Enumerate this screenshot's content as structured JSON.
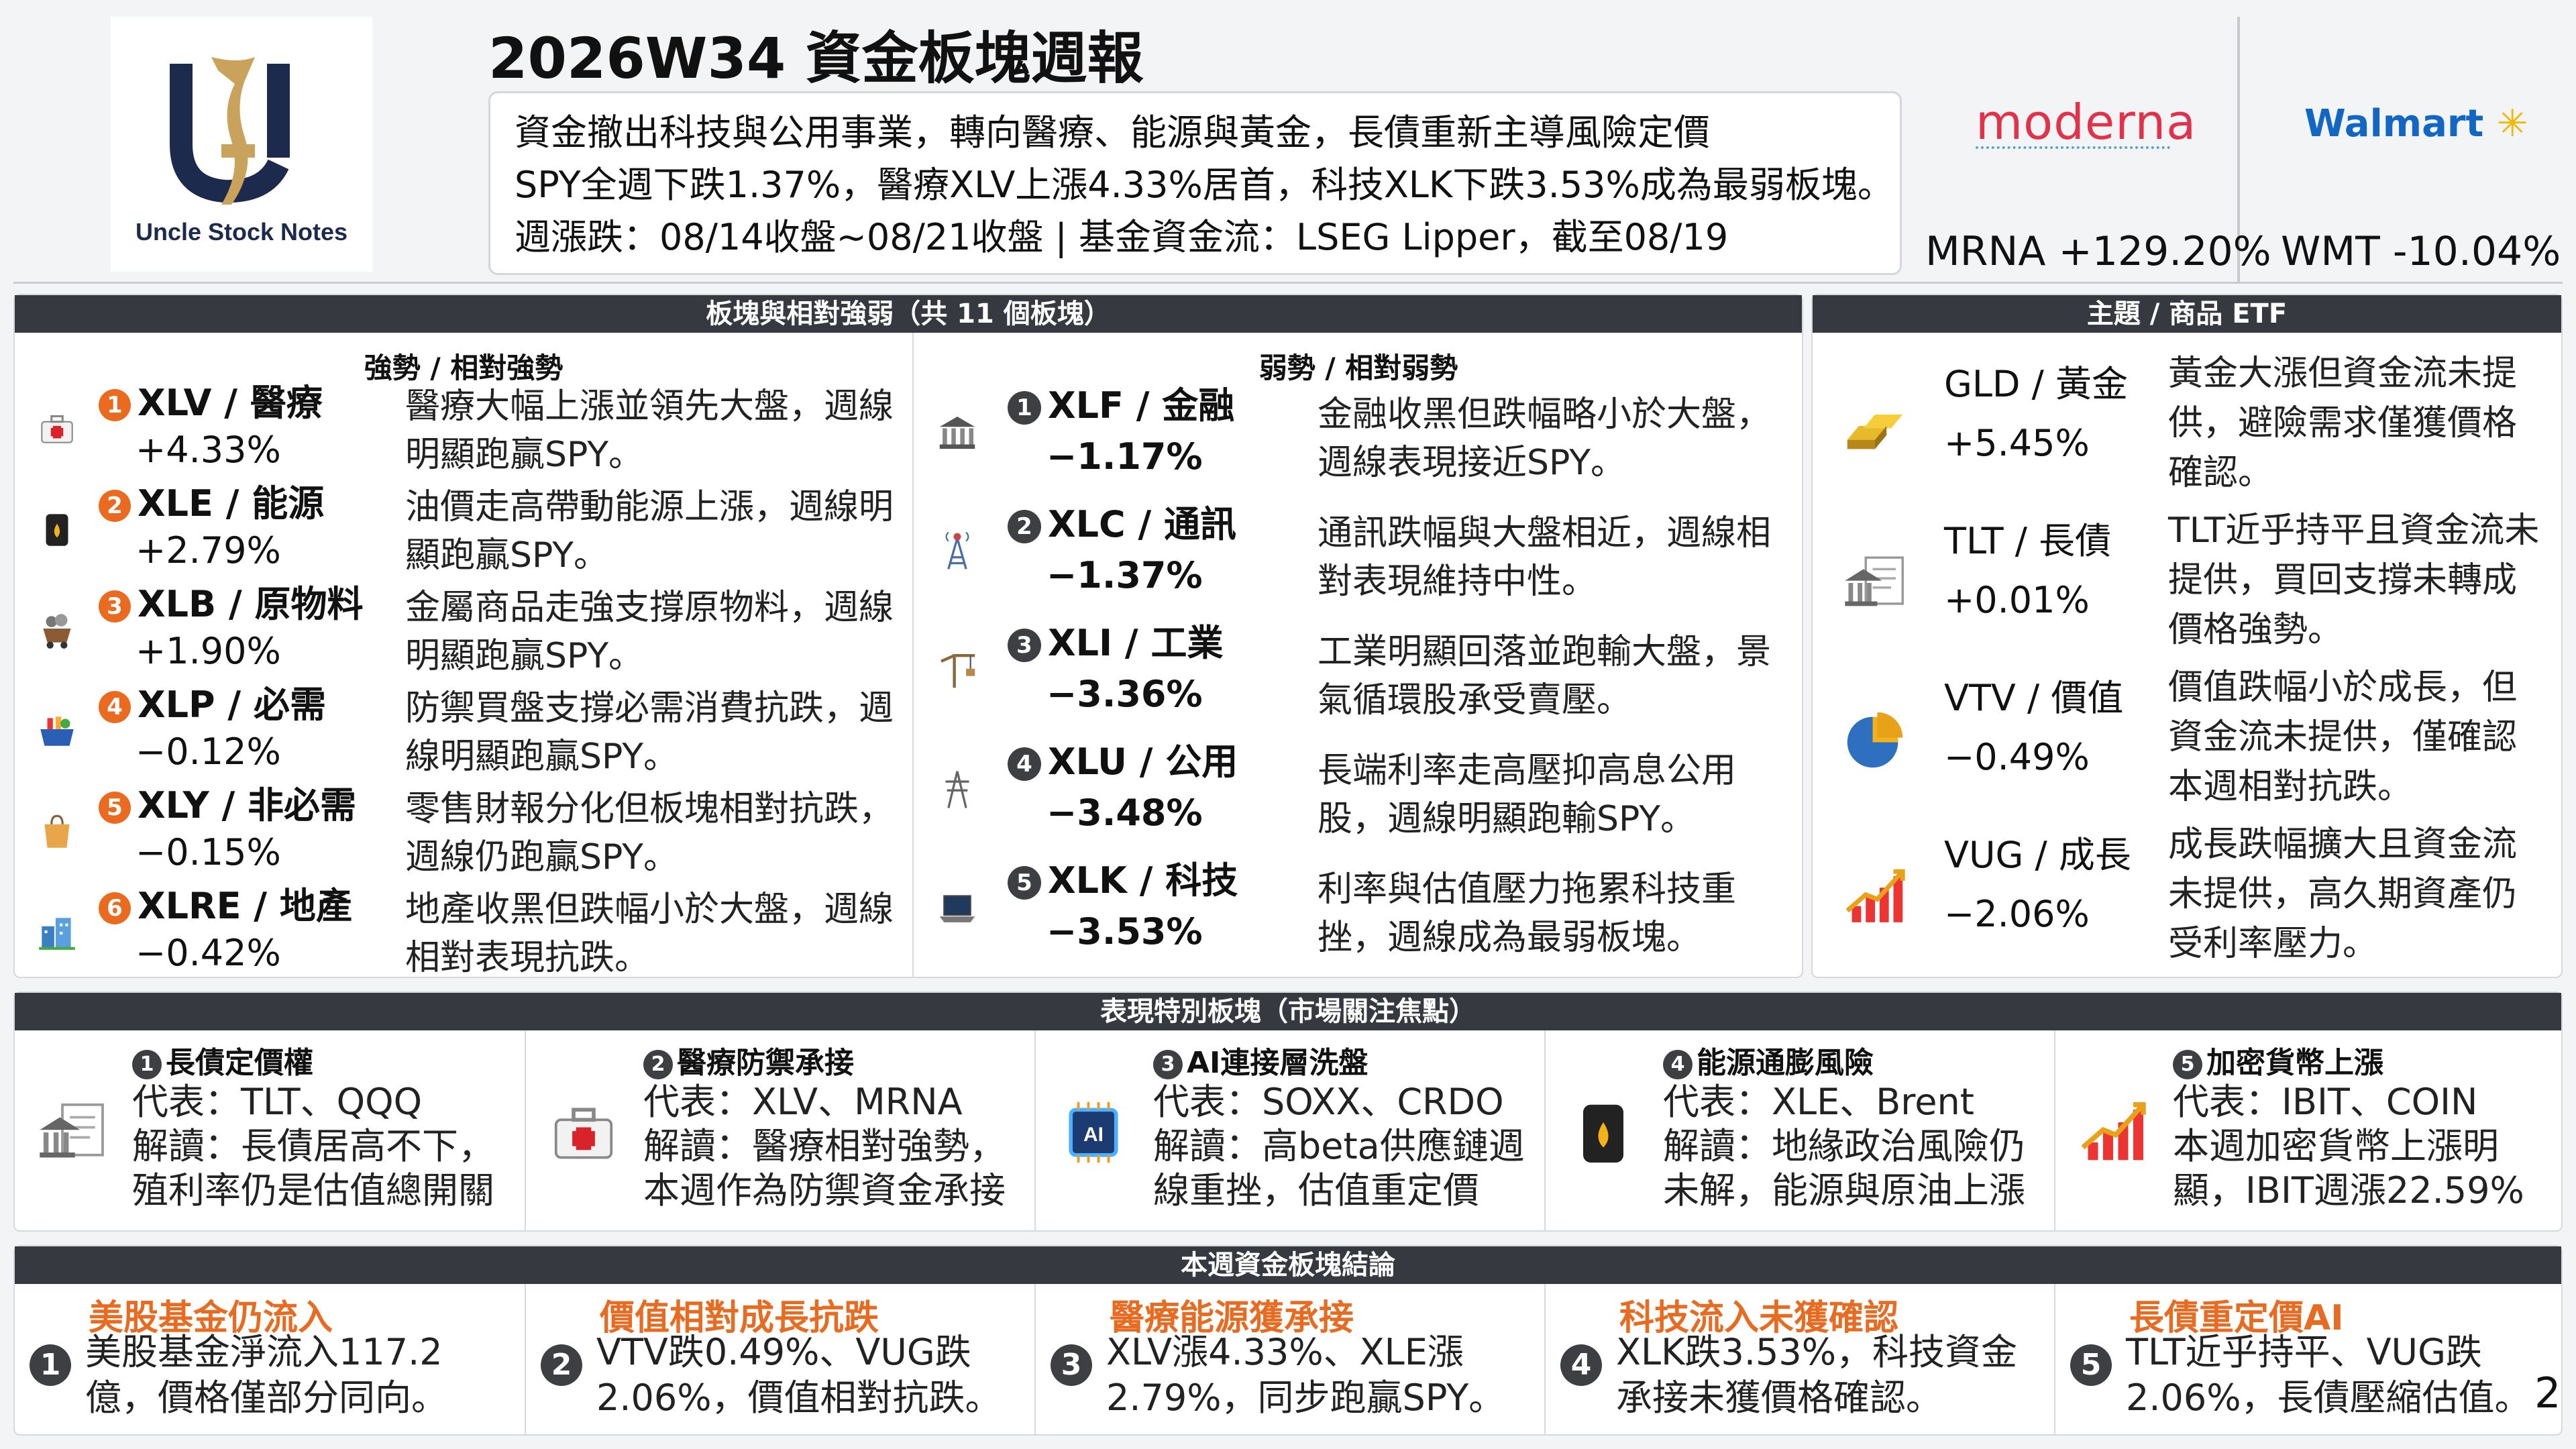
{
  "header": {
    "title": "2026W34 資金板塊週報",
    "brand_name": "Uncle Stock Notes",
    "summary_lines": [
      "資金撤出科技與公用事業，轉向醫療、能源與黃金，長債重新主導風險定價",
      "SPY全週下跌1.37%，醫療XLV上漲4.33%居首，科技XLK下跌3.53%成為最弱板塊。",
      "週漲跌：08/14收盤~08/21收盤 | 基金資金流：LSEG Lipper，截至08/19"
    ],
    "movers": [
      {
        "logo": "moderna",
        "label": "MRNA +129.20%"
      },
      {
        "logo": "Walmart",
        "label": "WMT -10.04%"
      }
    ]
  },
  "sectors": {
    "bar_title": "板塊與相對強弱（共 11 個板塊）",
    "strong_head": "強勢 / 相對強勢",
    "weak_head": "弱勢 / 相對弱勢",
    "strong": [
      {
        "n": "1",
        "ticker": "XLV / 醫療",
        "chg": "+4.33%",
        "desc": "醫療大幅上漲並領先大盤，週線明顯跑贏SPY。",
        "icon": "medical-kit-icon"
      },
      {
        "n": "2",
        "ticker": "XLE / 能源",
        "chg": "+2.79%",
        "desc": "油價走高帶動能源上漲，週線明顯跑贏SPY。",
        "icon": "oil-barrel-icon"
      },
      {
        "n": "3",
        "ticker": "XLB / 原物料",
        "chg": "+1.90%",
        "desc": "金屬商品走強支撐原物料，週線明顯跑贏SPY。",
        "icon": "mine-cart-icon"
      },
      {
        "n": "4",
        "ticker": "XLP / 必需",
        "chg": "−0.12%",
        "desc": "防禦買盤支撐必需消費抗跌，週線明顯跑贏SPY。",
        "icon": "shopping-basket-icon"
      },
      {
        "n": "5",
        "ticker": "XLY / 非必需",
        "chg": "−0.15%",
        "desc": "零售財報分化但板塊相對抗跌，週線仍跑贏SPY。",
        "icon": "shopping-bag-icon"
      },
      {
        "n": "6",
        "ticker": "XLRE / 地產",
        "chg": "−0.42%",
        "desc": "地產收黑但跌幅小於大盤，週線相對表現抗跌。",
        "icon": "buildings-icon"
      }
    ],
    "weak": [
      {
        "n": "1",
        "ticker": "XLF / 金融",
        "chg": "−1.17%",
        "desc": "金融收黑但跌幅略小於大盤，週線表現接近SPY。",
        "icon": "bank-icon"
      },
      {
        "n": "2",
        "ticker": "XLC / 通訊",
        "chg": "−1.37%",
        "desc": "通訊跌幅與大盤相近，週線相對表現維持中性。",
        "icon": "antenna-tower-icon"
      },
      {
        "n": "3",
        "ticker": "XLI / 工業",
        "chg": "−3.36%",
        "desc": "工業明顯回落並跑輸大盤，景氣循環股承受賣壓。",
        "icon": "crane-icon"
      },
      {
        "n": "4",
        "ticker": "XLU / 公用",
        "chg": "−3.48%",
        "desc": "長端利率走高壓抑高息公用股，週線明顯跑輸SPY。",
        "icon": "power-tower-icon"
      },
      {
        "n": "5",
        "ticker": "XLK / 科技",
        "chg": "−3.53%",
        "desc": "利率與估值壓力拖累科技重挫，週線成為最弱板塊。",
        "icon": "laptop-icon"
      }
    ]
  },
  "themes": {
    "bar_title": "主題 / 商品 ETF",
    "items": [
      {
        "ticker": "GLD / 黃金",
        "chg": "+5.45%",
        "desc": "黃金大漲但資金流未提供，避險需求僅獲價格確認。",
        "icon": "gold-bars-icon"
      },
      {
        "ticker": "TLT / 長債",
        "chg": "+0.01%",
        "desc": "TLT近乎持平且資金流未提供，買回支撐未轉成價格強勢。",
        "icon": "bond-certificate-icon"
      },
      {
        "ticker": "VTV / 價值",
        "chg": "−0.49%",
        "desc": "價值跌幅小於成長，但資金流未提供，僅確認本週相對抗跌。",
        "icon": "pie-chart-icon"
      },
      {
        "ticker": "VUG / 成長",
        "chg": "−2.06%",
        "desc": "成長跌幅擴大且資金流未提供，高久期資產仍受利率壓力。",
        "icon": "growth-chart-icon"
      }
    ]
  },
  "focus": {
    "bar_title": "表現特別板塊（市場關注焦點）",
    "items": [
      {
        "n": "1",
        "title": "長債定價權",
        "lines": [
          "代表：TLT、QQQ",
          "解讀：長債居高不下，",
          "殖利率仍是估值總開關"
        ],
        "icon": "bond-certificate-icon"
      },
      {
        "n": "2",
        "title": "醫療防禦承接",
        "lines": [
          "代表：XLV、MRNA",
          "解讀：醫療相對強勢，",
          "本週作為防禦資金承接"
        ],
        "icon": "medical-kit-icon"
      },
      {
        "n": "3",
        "title": "AI連接層洗盤",
        "lines": [
          "代表：SOXX、CRDO",
          "解讀：高beta供應鏈週",
          "線重挫，估值重定價"
        ],
        "icon": "ai-chip-icon"
      },
      {
        "n": "4",
        "title": "能源通膨風險",
        "lines": [
          "代表：XLE、Brent",
          "解讀：地緣政治風險仍",
          "未解，能源與原油上漲"
        ],
        "icon": "oil-barrel-icon"
      },
      {
        "n": "5",
        "title": "加密貨幣上漲",
        "lines": [
          "代表：IBIT、COIN",
          "本週加密貨幣上漲明",
          "顯，IBIT週漲22.59%"
        ],
        "icon": "growth-chart-icon"
      }
    ]
  },
  "conclusion": {
    "bar_title": "本週資金板塊結論",
    "items": [
      {
        "n": "1",
        "title": "美股基金仍流入",
        "lines": [
          "美股基金淨流入117.2",
          "億，價格僅部分同向。"
        ]
      },
      {
        "n": "2",
        "title": "價值相對成長抗跌",
        "lines": [
          "VTV跌0.49%、VUG跌",
          "2.06%，價值相對抗跌。"
        ]
      },
      {
        "n": "3",
        "title": "醫療能源獲承接",
        "lines": [
          "XLV漲4.33%、XLE漲",
          "2.79%，同步跑贏SPY。"
        ]
      },
      {
        "n": "4",
        "title": "科技流入未獲確認",
        "lines": [
          "XLK跌3.53%，科技資金",
          "承接未獲價格確認。"
        ]
      },
      {
        "n": "5",
        "title": "長債重定價AI",
        "lines": [
          "TLT近乎持平、VUG跌",
          "2.06%，長債壓縮估值。"
        ]
      }
    ]
  },
  "footer": {
    "page_number": "2"
  },
  "colors": {
    "accent": "#ea6a1f",
    "bar": "#363a40",
    "moderna": "#e0334b",
    "walmart": "#1266c4",
    "navy": "#1c2a4e",
    "gold": "#c9a35b"
  }
}
